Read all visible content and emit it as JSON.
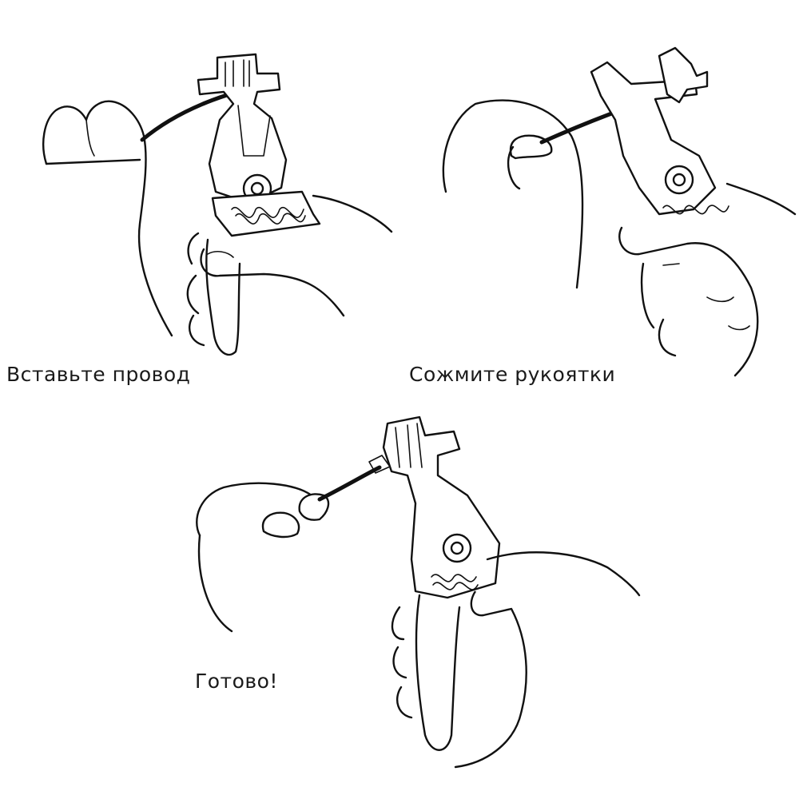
{
  "steps": [
    {
      "caption": "Вставьте провод"
    },
    {
      "caption": "Сожмите рукоятки"
    },
    {
      "caption": "Готово!"
    }
  ],
  "icons": [
    "hand-icon",
    "wire-stripper-icon",
    "wire-icon",
    "spring-icon"
  ]
}
